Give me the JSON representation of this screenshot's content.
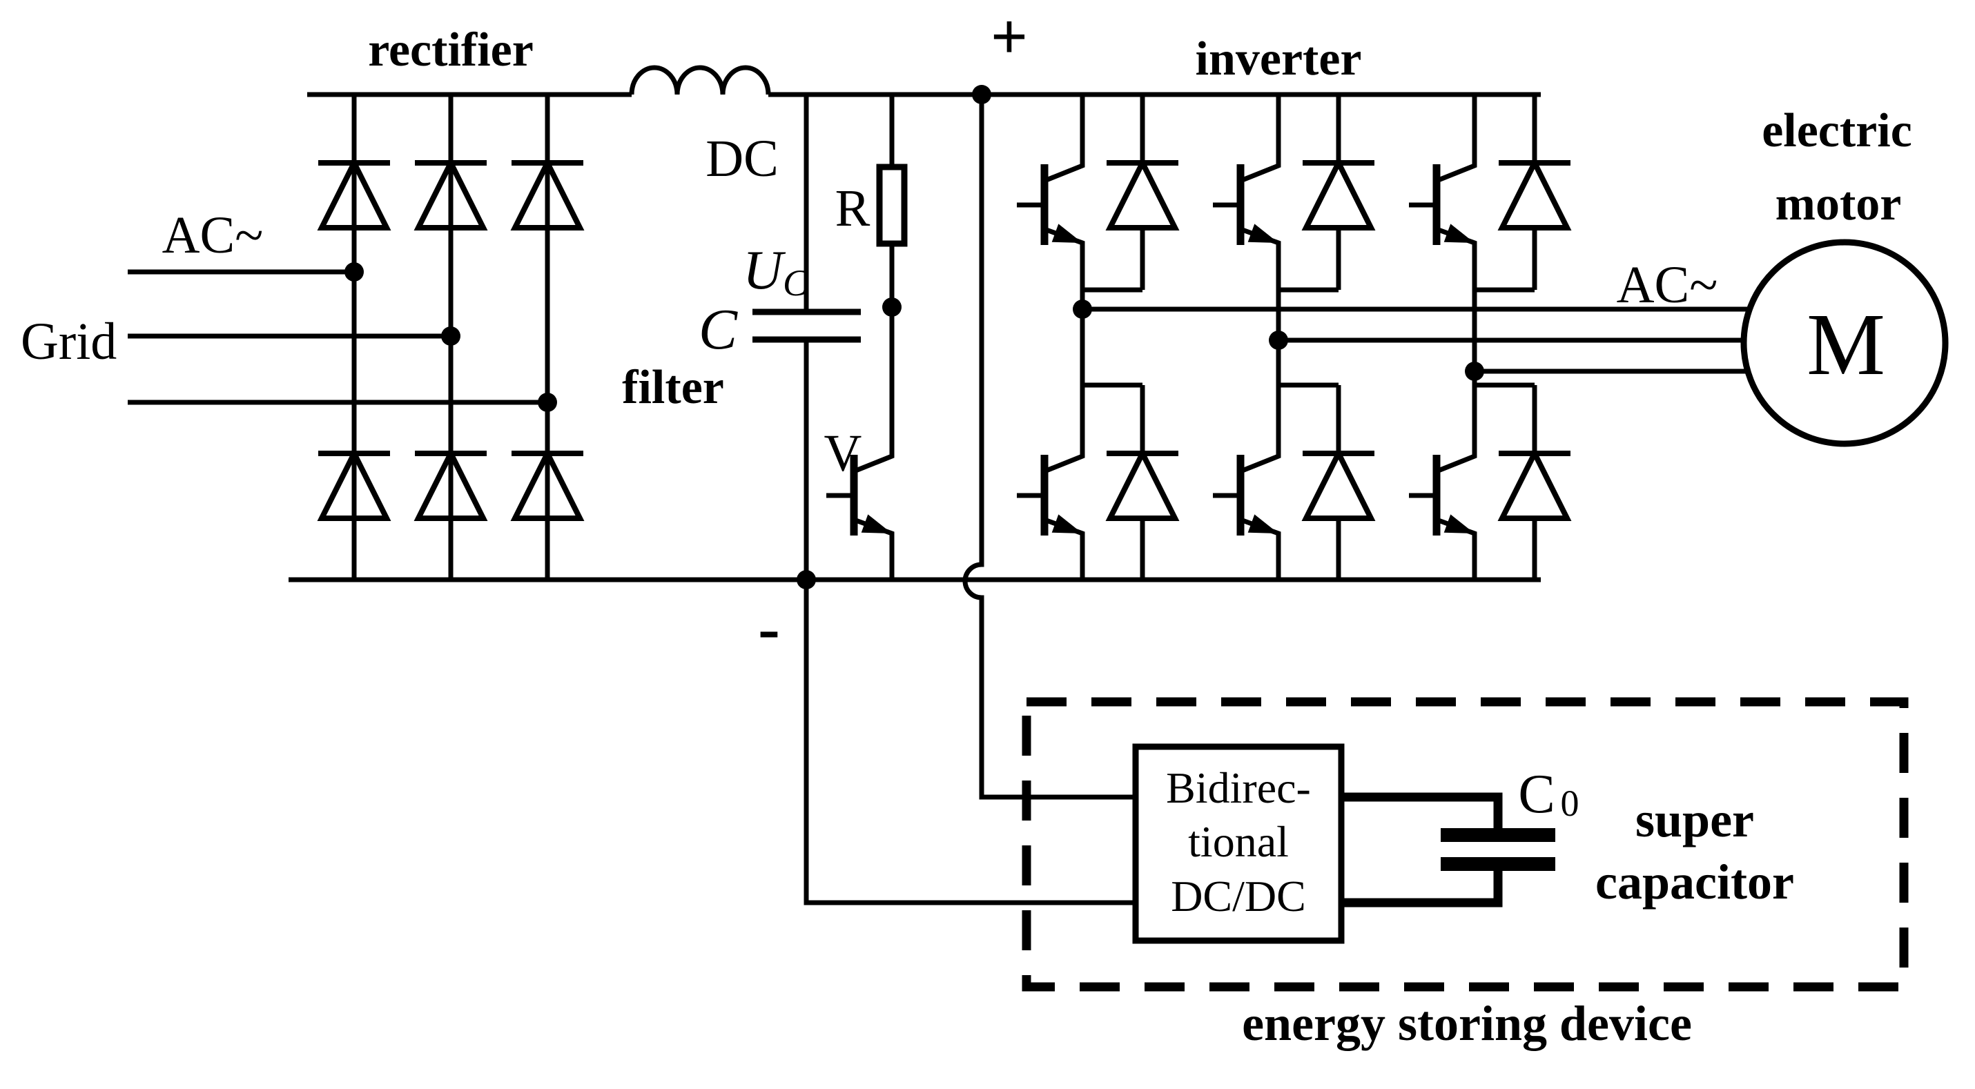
{
  "labels": {
    "rectifier": "rectifier",
    "inverter": "inverter",
    "filter": "filter",
    "dc": "DC",
    "ac_left": "AC~",
    "grid": "Grid",
    "c_filter": "C",
    "u_c": "U",
    "u_c_sub": "C",
    "r": "R",
    "v": "V",
    "plus": "+",
    "minus": "-",
    "ac_right": "AC~",
    "electric": "electric",
    "motor": "motor",
    "m": "M",
    "c0": "C",
    "c0_sub": "0",
    "super_line1": "super",
    "super_line2": "capacitor",
    "energy_storing_device": "energy storing device",
    "dcdc_line1": "Bidirec-",
    "dcdc_line2": "tional",
    "dcdc_line3": "DC/DC"
  },
  "colors": {
    "line": "#000000",
    "background": "#ffffff"
  }
}
